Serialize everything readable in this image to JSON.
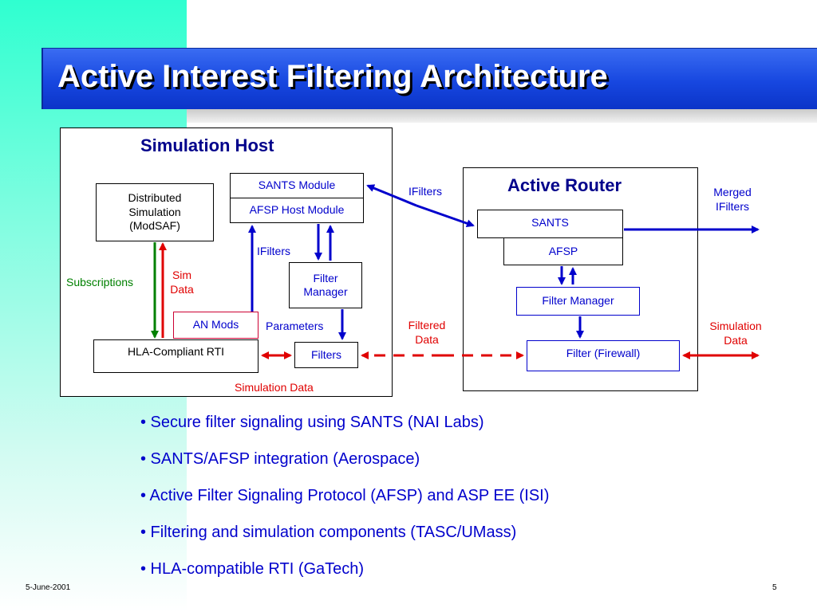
{
  "slide": {
    "title": "Active Interest Filtering Architecture",
    "footer_date": "5-June-2001",
    "page_number": "5"
  },
  "sim_host": {
    "title": "Simulation Host",
    "distributed_sim": "Distributed Simulation (ModSAF)",
    "sants_module": "SANTS Module",
    "afsp_host_module": "AFSP Host Module",
    "filter_manager": "Filter Manager",
    "an_mods": "AN Mods",
    "hla_rti": "HLA-Compliant RTI",
    "filters": "Filters",
    "lbl_subscriptions": "Subscriptions",
    "lbl_sim_data": "Sim Data",
    "lbl_ifilters": "IFilters",
    "lbl_parameters": "Parameters",
    "lbl_simulation_data": "Simulation Data"
  },
  "middle": {
    "lbl_ifilters": "IFilters",
    "lbl_filtered_data": "Filtered Data"
  },
  "active_router": {
    "title": "Active Router",
    "sants": "SANTS",
    "afsp": "AFSP",
    "filter_manager": "Filter Manager",
    "filter_firewall": "Filter (Firewall)",
    "lbl_merged_ifilters": "Merged IFilters",
    "lbl_simulation_data": "Simulation Data"
  },
  "bullets": [
    "• Secure filter signaling using SANTS (NAI Labs)",
    "• SANTS/AFSP integration (Aerospace)",
    "• Active Filter Signaling Protocol (AFSP) and ASP EE (ISI)",
    "• Filtering and simulation components (TASC/UMass)",
    "• HLA-compatible RTI (GaTech)"
  ],
  "colors": {
    "title_bar": "#1747e0",
    "text_blue": "#0000cc",
    "arrow_red": "#e00000",
    "arrow_green": "#008000",
    "panel_title": "#00008b",
    "left_gradient_top": "#2fffd0"
  }
}
